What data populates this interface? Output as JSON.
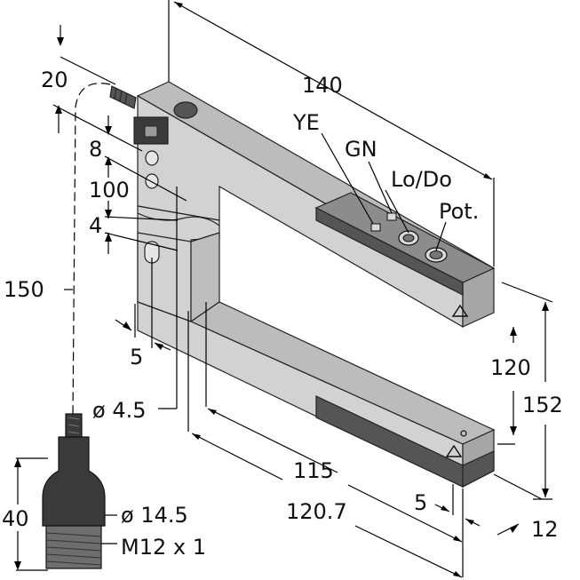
{
  "dimensions": {
    "d_20": "20",
    "d_140": "140",
    "d_8": "8",
    "d_100": "100",
    "d_4": "4",
    "d_150": "150",
    "d_5_left": "5",
    "d_phi_4_5": "ø 4.5",
    "d_120": "120",
    "d_152": "152",
    "d_115": "115",
    "d_120_7": "120.7",
    "d_5_right": "5",
    "d_12": "12",
    "d_40": "40",
    "d_phi_14_5": "ø 14.5",
    "d_thread": "M12 x 1"
  },
  "indicators": {
    "ye": "YE",
    "gn": "GN",
    "lodo": "Lo/Do",
    "pot": "Pot."
  },
  "colors": {
    "body_front": "#d2d2d2",
    "body_top": "#bcbcbc",
    "body_side": "#a6a6a6",
    "panel_dark": "#555555",
    "connector_dark": "#3a3a3a",
    "connector_thread": "#6e6e6e"
  }
}
